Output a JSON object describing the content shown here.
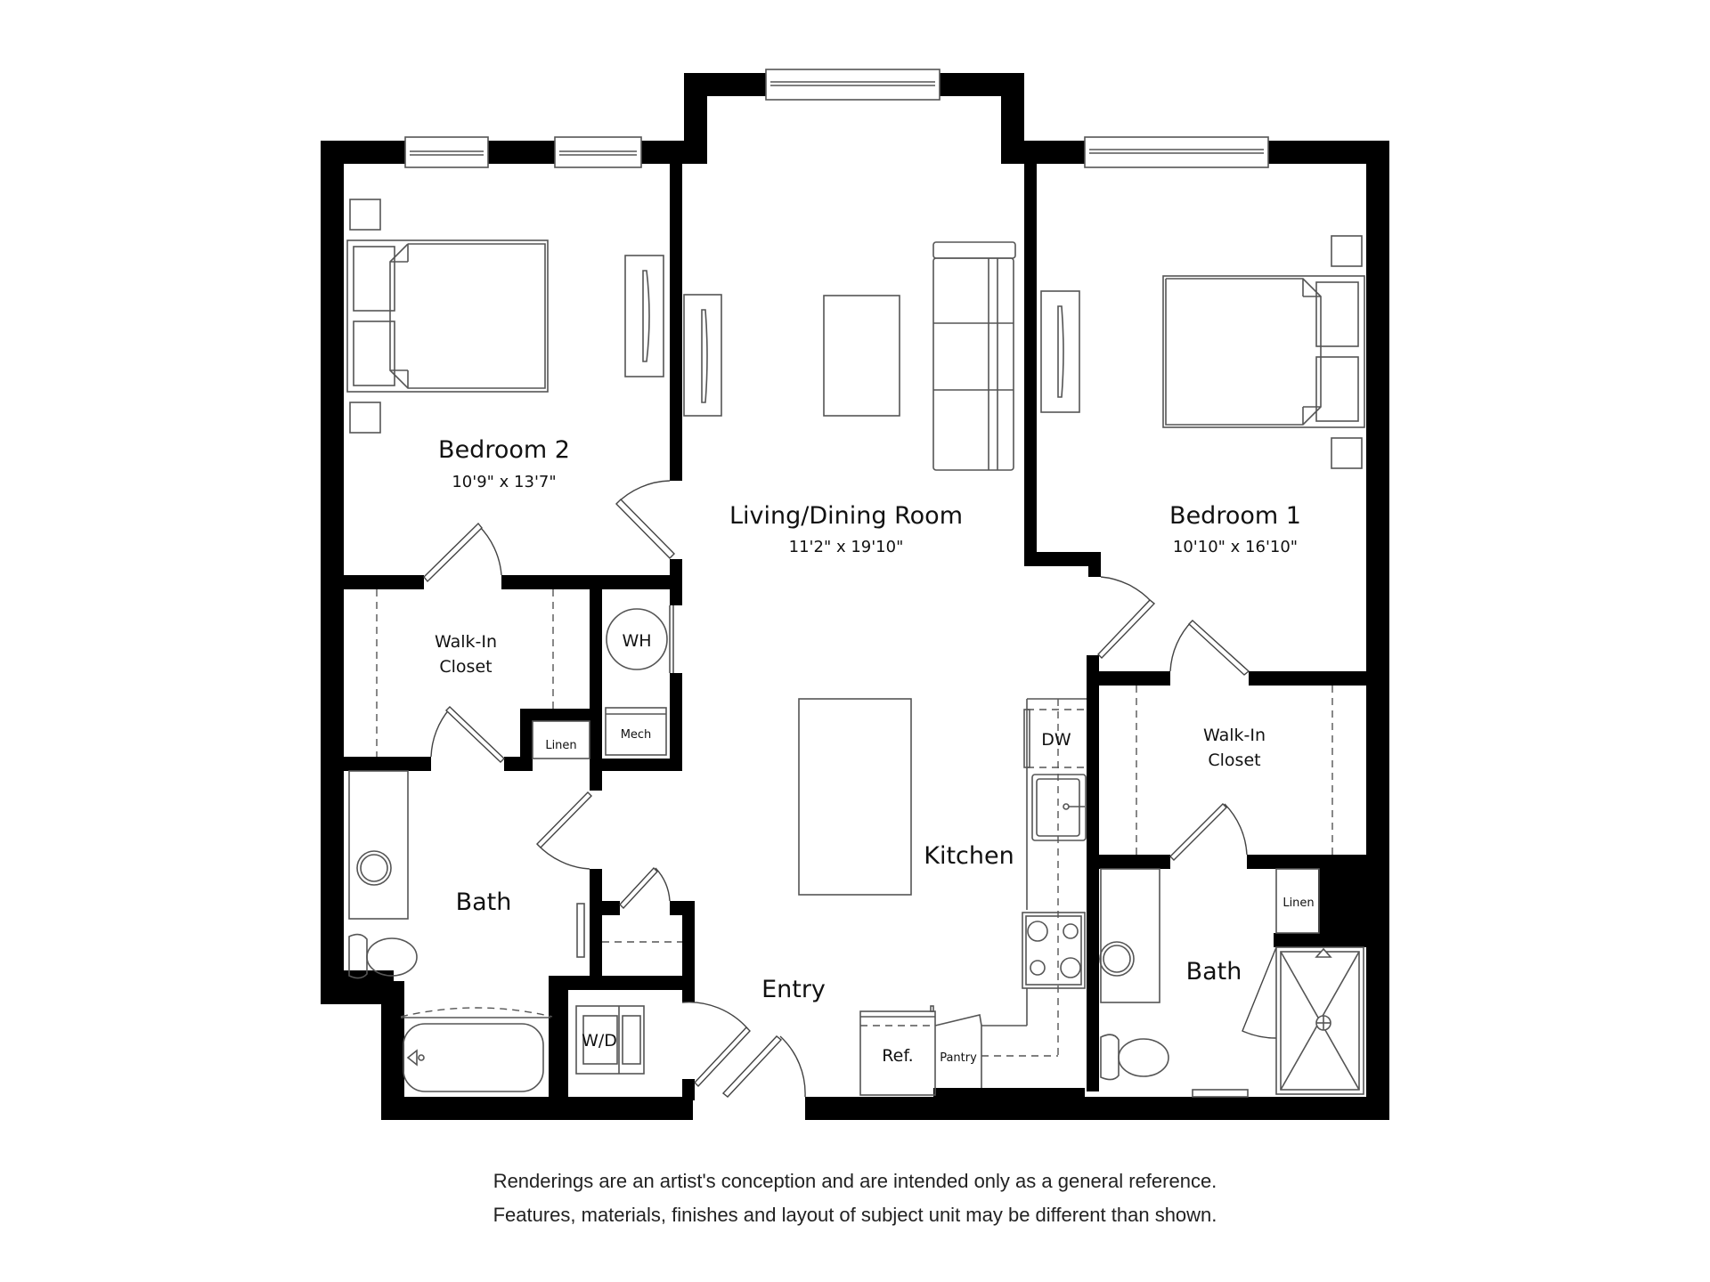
{
  "floor_plan": {
    "rooms": [
      {
        "id": "bedroom-2",
        "label": "Bedroom 2",
        "dimensions": "10'9\" x 13'7\""
      },
      {
        "id": "living-dining",
        "label": "Living/Dining Room",
        "dimensions": "11'2\" x 19'10\""
      },
      {
        "id": "bedroom-1",
        "label": "Bedroom 1",
        "dimensions": "10'10\" x 16'10\""
      },
      {
        "id": "walk-in-closet-2",
        "label_line1": "Walk-In",
        "label_line2": "Closet"
      },
      {
        "id": "walk-in-closet-1",
        "label_line1": "Walk-In",
        "label_line2": "Closet"
      },
      {
        "id": "bath-2",
        "label": "Bath"
      },
      {
        "id": "bath-1",
        "label": "Bath"
      },
      {
        "id": "kitchen",
        "label": "Kitchen"
      },
      {
        "id": "entry",
        "label": "Entry"
      }
    ],
    "fixtures": {
      "water_heater": "WH",
      "mech": "Mech",
      "linen_left": "Linen",
      "linen_right": "Linen",
      "dishwasher": "DW",
      "washer_dryer": "W/D",
      "refrigerator": "Ref.",
      "pantry": "Pantry"
    },
    "colors": {
      "wall": "#000000",
      "line": "#555555",
      "background": "#ffffff",
      "text": "#111111"
    }
  },
  "disclaimer": {
    "line1": "Renderings are an artist's conception and are intended only as a general reference.",
    "line2": "Features, materials, finishes and layout of subject unit may be different than shown."
  }
}
